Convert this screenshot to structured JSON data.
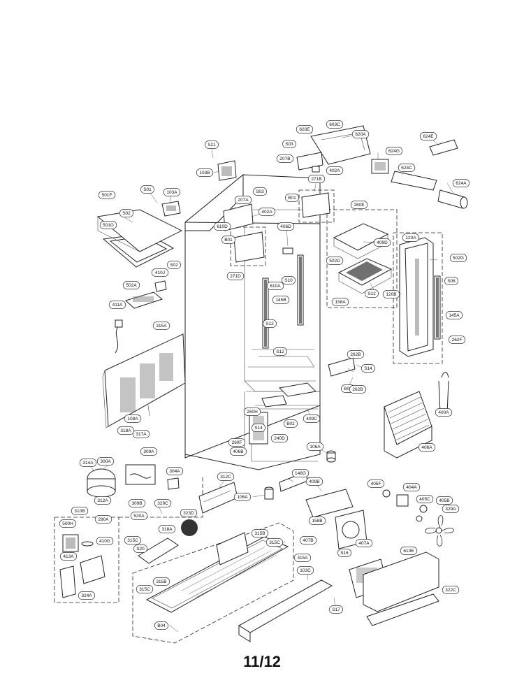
{
  "page_number": "11/12",
  "part_labels": [
    {
      "id": "S21"
    },
    {
      "id": "103B"
    },
    {
      "id": "603C"
    },
    {
      "id": "603E"
    },
    {
      "id": "620A"
    },
    {
      "id": "624E"
    },
    {
      "id": "S03"
    },
    {
      "id": "207B"
    },
    {
      "id": "402A"
    },
    {
      "id": "624G"
    },
    {
      "id": "624C"
    },
    {
      "id": "624A"
    },
    {
      "id": "271B"
    },
    {
      "id": "S01"
    },
    {
      "id": "103A"
    },
    {
      "id": "501F"
    },
    {
      "id": "S02"
    },
    {
      "id": "501G"
    },
    {
      "id": "S03"
    },
    {
      "id": "207A"
    },
    {
      "id": "402A"
    },
    {
      "id": "B01"
    },
    {
      "id": "260E"
    },
    {
      "id": "610D"
    },
    {
      "id": "B01"
    },
    {
      "id": "406D"
    },
    {
      "id": "120A"
    },
    {
      "id": "409D"
    },
    {
      "id": "502G"
    },
    {
      "id": "502D"
    },
    {
      "id": "410J"
    },
    {
      "id": "S02"
    },
    {
      "id": "271D"
    },
    {
      "id": "S10"
    },
    {
      "id": "S06"
    },
    {
      "id": "610A"
    },
    {
      "id": "502A"
    },
    {
      "id": "411A"
    },
    {
      "id": "145B"
    },
    {
      "id": "158A"
    },
    {
      "id": "S12"
    },
    {
      "id": "120B"
    },
    {
      "id": "145A"
    },
    {
      "id": "S12"
    },
    {
      "id": "315A"
    },
    {
      "id": "262F"
    },
    {
      "id": "S12"
    },
    {
      "id": "262B"
    },
    {
      "id": "S14"
    },
    {
      "id": "B02"
    },
    {
      "id": "262B"
    },
    {
      "id": "260H"
    },
    {
      "id": "409C"
    },
    {
      "id": "B02"
    },
    {
      "id": "S14"
    },
    {
      "id": "400A"
    },
    {
      "id": "108A"
    },
    {
      "id": "318A"
    },
    {
      "id": "317A"
    },
    {
      "id": "260F"
    },
    {
      "id": "406B"
    },
    {
      "id": "240D"
    },
    {
      "id": "406A"
    },
    {
      "id": "106A"
    },
    {
      "id": "314A"
    },
    {
      "id": "300A"
    },
    {
      "id": "309A"
    },
    {
      "id": "304A"
    },
    {
      "id": "146G"
    },
    {
      "id": "312C"
    },
    {
      "id": "409B"
    },
    {
      "id": "405F"
    },
    {
      "id": "404A"
    },
    {
      "id": "312A"
    },
    {
      "id": "310B"
    },
    {
      "id": "309B"
    },
    {
      "id": "329C"
    },
    {
      "id": "106A"
    },
    {
      "id": "405C"
    },
    {
      "id": "405B"
    },
    {
      "id": "329A"
    },
    {
      "id": "290A"
    },
    {
      "id": "520A"
    },
    {
      "id": "323D"
    },
    {
      "id": "158B"
    },
    {
      "id": "500H"
    },
    {
      "id": "410G"
    },
    {
      "id": "318A"
    },
    {
      "id": "315C"
    },
    {
      "id": "315B"
    },
    {
      "id": "315C"
    },
    {
      "id": "407B"
    },
    {
      "id": "407A"
    },
    {
      "id": "S20"
    },
    {
      "id": "S16"
    },
    {
      "id": "610E"
    },
    {
      "id": "413A"
    },
    {
      "id": "315A"
    },
    {
      "id": "103C"
    },
    {
      "id": "315B"
    },
    {
      "id": "315C"
    },
    {
      "id": "324A"
    },
    {
      "id": "S17"
    },
    {
      "id": "322C"
    },
    {
      "id": "B04"
    }
  ]
}
